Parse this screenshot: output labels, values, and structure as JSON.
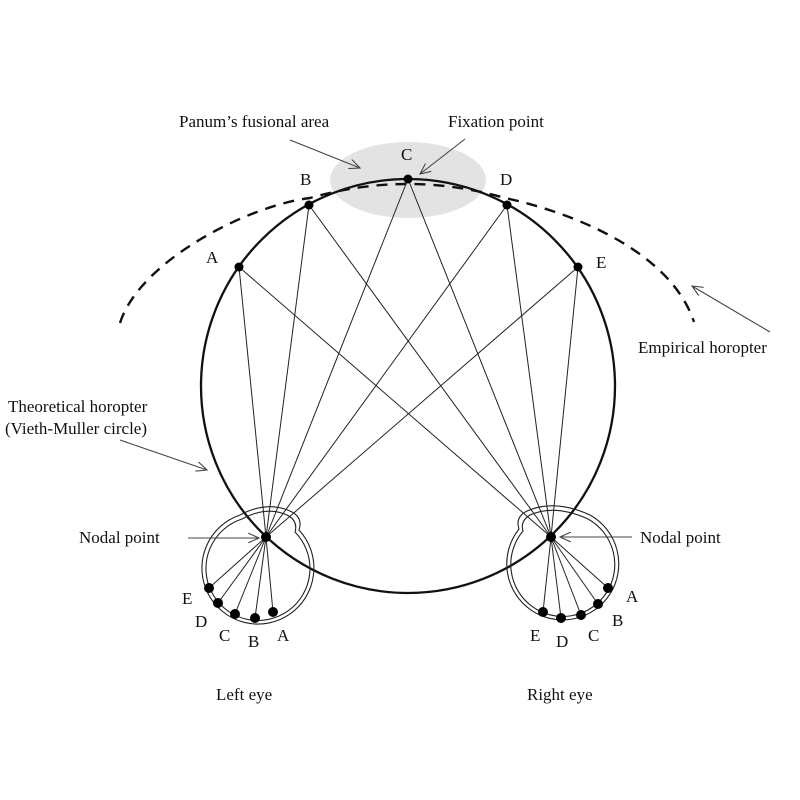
{
  "labels": {
    "panum": "Panum’s fusional area",
    "fixation": "Fixation point",
    "empirical": "Empirical horopter",
    "theoretical_line1": "Theoretical horopter",
    "theoretical_line2": "(Vieth-Muller circle)",
    "nodal_left": "Nodal point",
    "nodal_right": "Nodal point",
    "left_eye": "Left eye",
    "right_eye": "Right eye"
  },
  "horopter_points": [
    "A",
    "B",
    "C",
    "D",
    "E"
  ],
  "left_retina_points": [
    "A",
    "B",
    "C",
    "D",
    "E"
  ],
  "right_retina_points": [
    "A",
    "B",
    "C",
    "D",
    "E"
  ],
  "colors": {
    "ink": "#111111",
    "panum_fill": "#e3e3e3",
    "arrow": "#444444"
  }
}
